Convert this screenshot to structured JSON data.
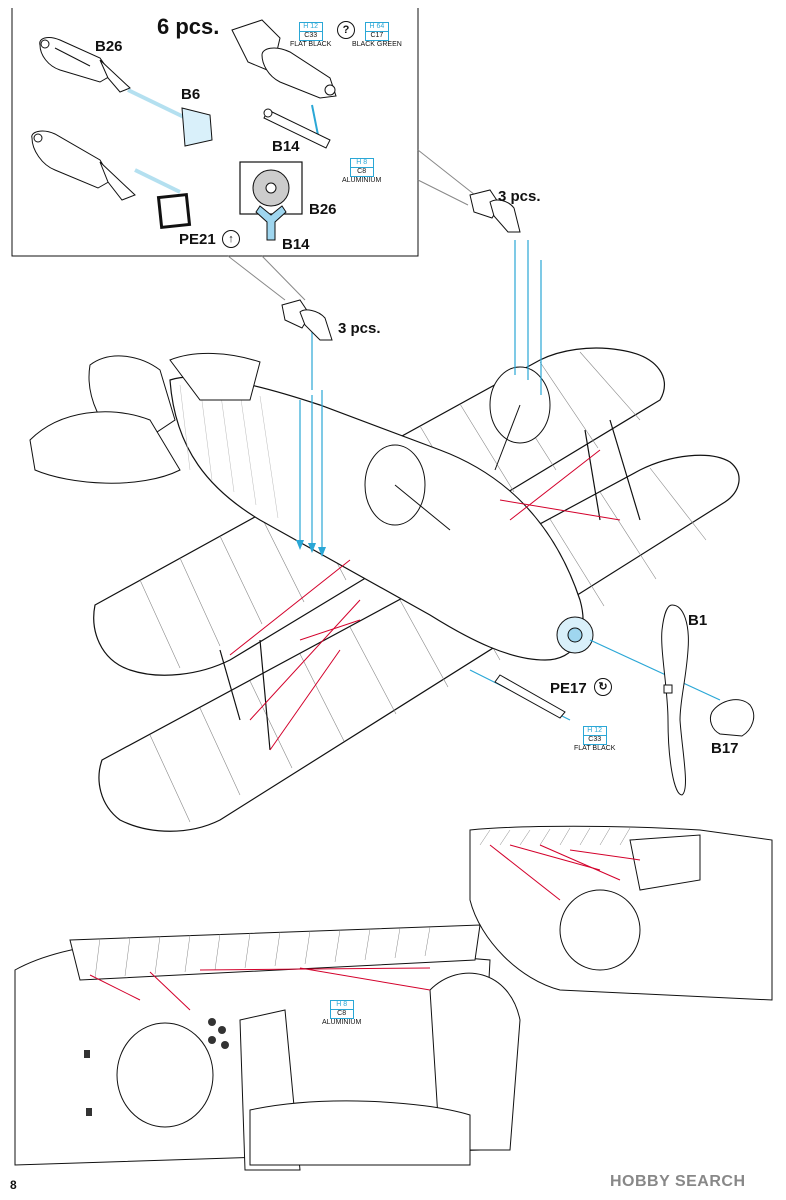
{
  "inset": {
    "quantity": "6 pcs.",
    "parts": [
      "B26",
      "B6",
      "B14",
      "PE21",
      "B26",
      "B14"
    ],
    "color_codes": [
      {
        "h": "H 12",
        "c": "C33",
        "name": "FLAT BLACK"
      },
      {
        "h": "H 64",
        "c": "C17",
        "name": "BLACK GREEN"
      },
      {
        "h": "H 8",
        "c": "C8",
        "name": "ALUMINIUM"
      }
    ],
    "help_symbol": "?",
    "arrow_symbol": "↑"
  },
  "main": {
    "quantity_left": "3 pcs.",
    "quantity_right": "3 pcs.",
    "parts": {
      "b1": "B1",
      "b17": "B17",
      "pe17": "PE17"
    },
    "pe17_symbol": "↻",
    "color_codes": [
      {
        "h": "H 12",
        "c": "C33",
        "name": "FLAT BLACK"
      },
      {
        "h": "H 8",
        "c": "C8",
        "name": "ALUMINIUM"
      }
    ]
  },
  "footer": {
    "page_number": "8",
    "watermark": "HOBBY SEARCH"
  },
  "colors": {
    "line": "#111111",
    "guide": "#2aa7d6",
    "rigging": "#d3002b"
  }
}
